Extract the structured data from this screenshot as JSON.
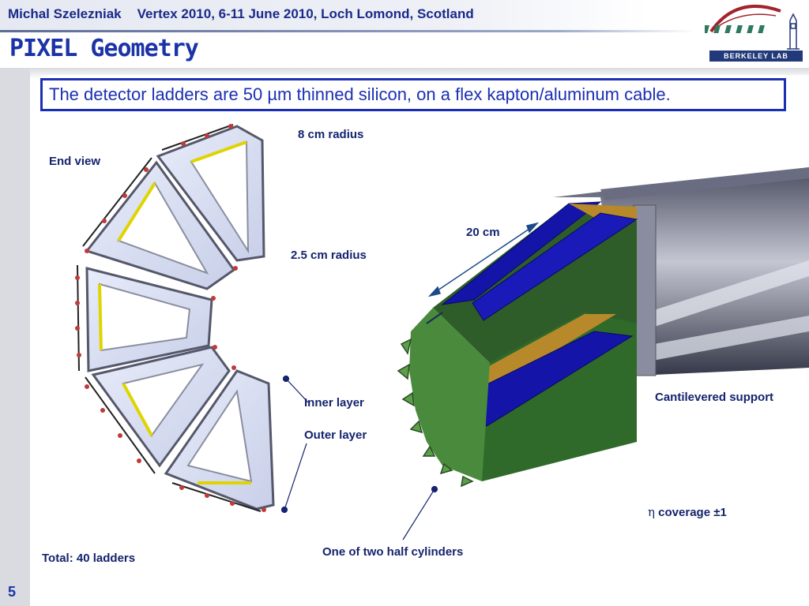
{
  "header": {
    "author": "Michal Szelezniak",
    "conference": "Vertex 2010, 6-11 June 2010, Loch Lomond, Scotland"
  },
  "slide": {
    "title": "PIXEL Geometry",
    "number": "5"
  },
  "logo": {
    "text": "BERKELEY LAB",
    "icon": "berkeley-lab-logo"
  },
  "callout": "The detector ladders are 50 µm thinned silicon, on a flex kapton/aluminum cable.",
  "labels": {
    "radius_outer": "8 cm radius",
    "end_view": "End view",
    "length": "20 cm",
    "radius_inner": "2.5 cm radius",
    "inner_layer": "Inner layer",
    "outer_layer": "Outer layer",
    "cantilevered": "Cantilevered support",
    "eta_symbol": "η",
    "eta_coverage": "coverage ±1",
    "half_cylinders": "One of two half cylinders",
    "total": "Total: 40 ladders"
  },
  "colors": {
    "title": "#1b33a6",
    "callout_border": "#1b2fb4",
    "sensor_blue": "#1414a8",
    "support_green": "#3f7a3a",
    "kapton_gold": "#b8892a"
  }
}
